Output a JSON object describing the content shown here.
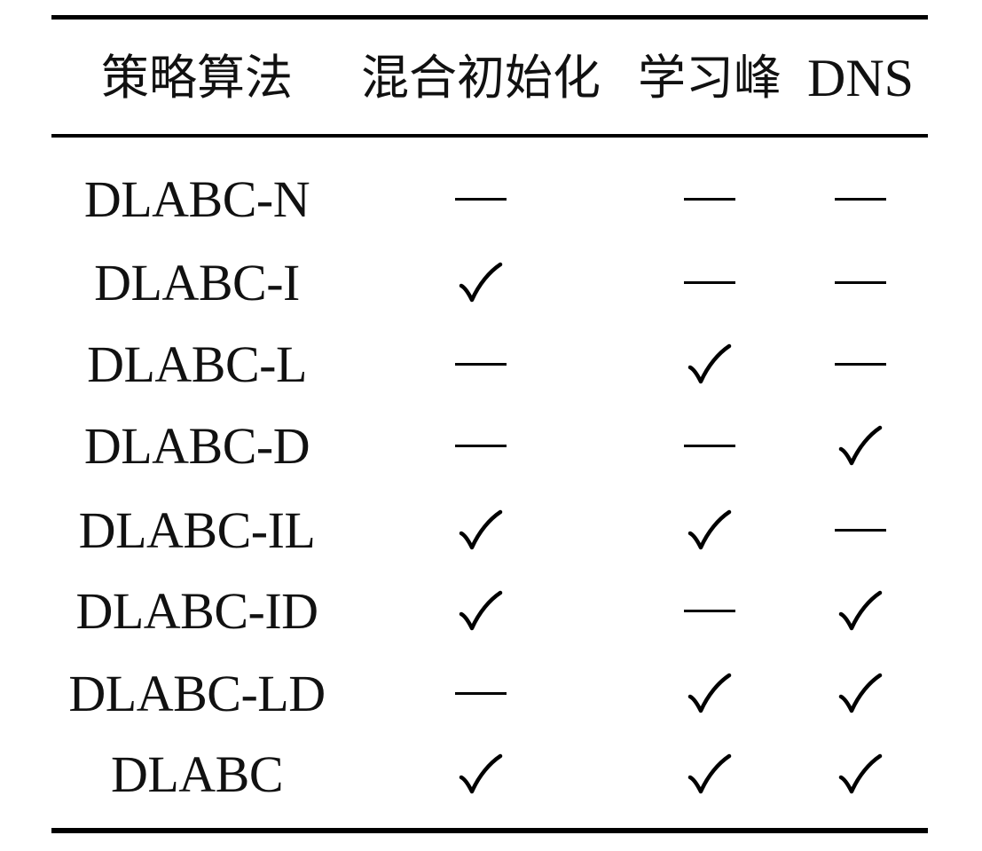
{
  "table": {
    "headers": [
      "策略算法",
      "混合初始化",
      "学习峰",
      "DNS"
    ],
    "rows": [
      {
        "name": "DLABC-N",
        "marks": [
          "—",
          "—",
          "—"
        ]
      },
      {
        "name": "DLABC-I",
        "marks": [
          "✓",
          "—",
          "—"
        ]
      },
      {
        "name": "DLABC-L",
        "marks": [
          "—",
          "✓",
          "—"
        ]
      },
      {
        "name": "DLABC-D",
        "marks": [
          "—",
          "—",
          "✓"
        ]
      },
      {
        "name": "DLABC-IL",
        "marks": [
          "✓",
          "✓",
          "—"
        ]
      },
      {
        "name": "DLABC-ID",
        "marks": [
          "✓",
          "—",
          "✓"
        ]
      },
      {
        "name": "DLABC-LD",
        "marks": [
          "—",
          "✓",
          "✓"
        ]
      },
      {
        "name": "DLABC",
        "marks": [
          "✓",
          "✓",
          "✓"
        ]
      }
    ]
  }
}
